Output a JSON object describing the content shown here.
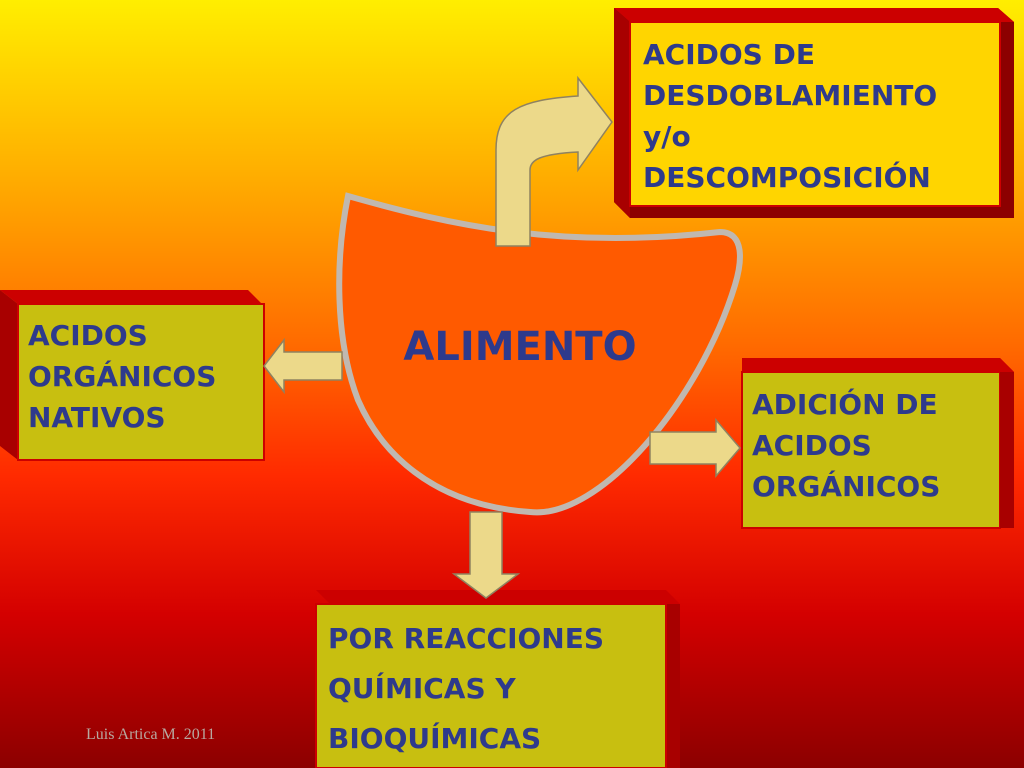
{
  "diagram": {
    "center": "ALIMENTO",
    "boxes": {
      "top_right": "ACIDOS DE\nDESDOBLAMIENTO\ny/o\nDESCOMPOSICIÓN",
      "left": "ACIDOS\nORGÁNICOS\nNATIVOS",
      "right": "ADICIÓN DE\nACIDOS\nORGÁNICOS",
      "bottom": "POR REACCIONES\nQUÍMICAS Y\nBIOQUÍMICAS"
    }
  },
  "footer": "Luis Artica M. 2011",
  "colors": {
    "box_fill_top": "#ffd500",
    "box_fill_olive": "#c8bf10",
    "box_frame": "#cc0000",
    "box_frame_dark": "#8c0000",
    "text": "#2e3a8c",
    "arrow_fill": "#ecd98a",
    "arrow_stroke": "#8f8260",
    "blob_fill": "#ff5a00",
    "blob_stroke": "#c0b8b0"
  }
}
